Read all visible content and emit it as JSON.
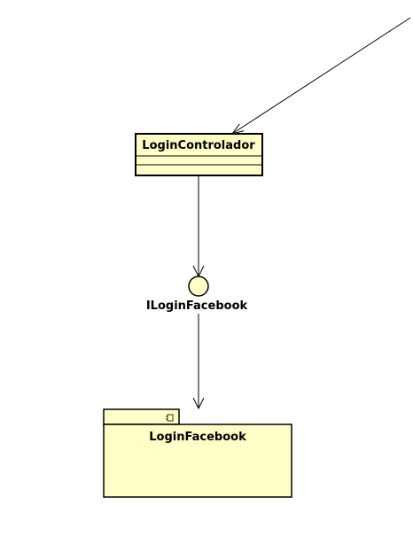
{
  "classes": [
    {
      "name": "LoginControlador",
      "fill": "#FFFFC8"
    }
  ],
  "interfaces": [
    {
      "name": "ILoginFacebook",
      "fill": "#FFFFC8"
    }
  ],
  "packages": [
    {
      "name": "LoginFacebook",
      "fill": "#FFFFC8",
      "icon": "component-icon"
    }
  ],
  "connectors": [
    {
      "from": "offscreen",
      "to": "LoginControlador",
      "style": "open-arrow"
    },
    {
      "from": "LoginControlador",
      "to": "ILoginFacebook",
      "style": "open-arrow"
    },
    {
      "from": "ILoginFacebook",
      "to": "LoginFacebook",
      "style": "open-arrow"
    }
  ],
  "colors": {
    "element_fill": "#FFFFC8",
    "stroke": "#000000",
    "background": "#FFFFFF"
  }
}
